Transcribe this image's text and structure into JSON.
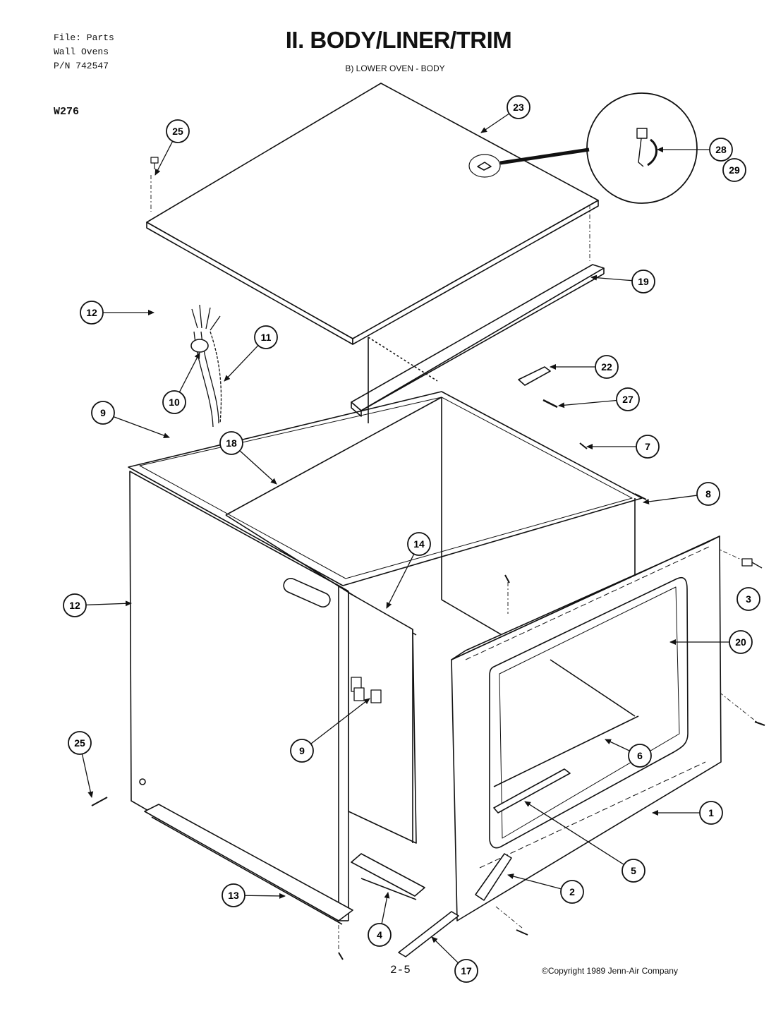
{
  "header": {
    "file_lines": [
      "File: Parts",
      "Wall Ovens",
      "P/N 742547"
    ],
    "model": "W276",
    "title": "II. BODY/LINER/TRIM",
    "subtitle": "B) LOWER OVEN - BODY"
  },
  "footer": {
    "page": "2-5",
    "copyright": "©Copyright 1989 Jenn-Air Company"
  },
  "callouts": [
    {
      "id": "c23",
      "label": "23"
    },
    {
      "id": "c25a",
      "label": "25"
    },
    {
      "id": "c28",
      "label": "28"
    },
    {
      "id": "c29",
      "label": "29"
    },
    {
      "id": "c19",
      "label": "19"
    },
    {
      "id": "c12a",
      "label": "12"
    },
    {
      "id": "c11",
      "label": "11"
    },
    {
      "id": "c10",
      "label": "10"
    },
    {
      "id": "c22",
      "label": "22"
    },
    {
      "id": "c27",
      "label": "27"
    },
    {
      "id": "c9a",
      "label": "9"
    },
    {
      "id": "c18",
      "label": "18"
    },
    {
      "id": "c7",
      "label": "7"
    },
    {
      "id": "c8",
      "label": "8"
    },
    {
      "id": "c14",
      "label": "14"
    },
    {
      "id": "c12b",
      "label": "12"
    },
    {
      "id": "c3",
      "label": "3"
    },
    {
      "id": "c20",
      "label": "20"
    },
    {
      "id": "c9b",
      "label": "9"
    },
    {
      "id": "c25b",
      "label": "25"
    },
    {
      "id": "c6",
      "label": "6"
    },
    {
      "id": "c1",
      "label": "1"
    },
    {
      "id": "c5",
      "label": "5"
    },
    {
      "id": "c2",
      "label": "2"
    },
    {
      "id": "c13",
      "label": "13"
    },
    {
      "id": "c4",
      "label": "4"
    },
    {
      "id": "c17",
      "label": "17"
    }
  ]
}
